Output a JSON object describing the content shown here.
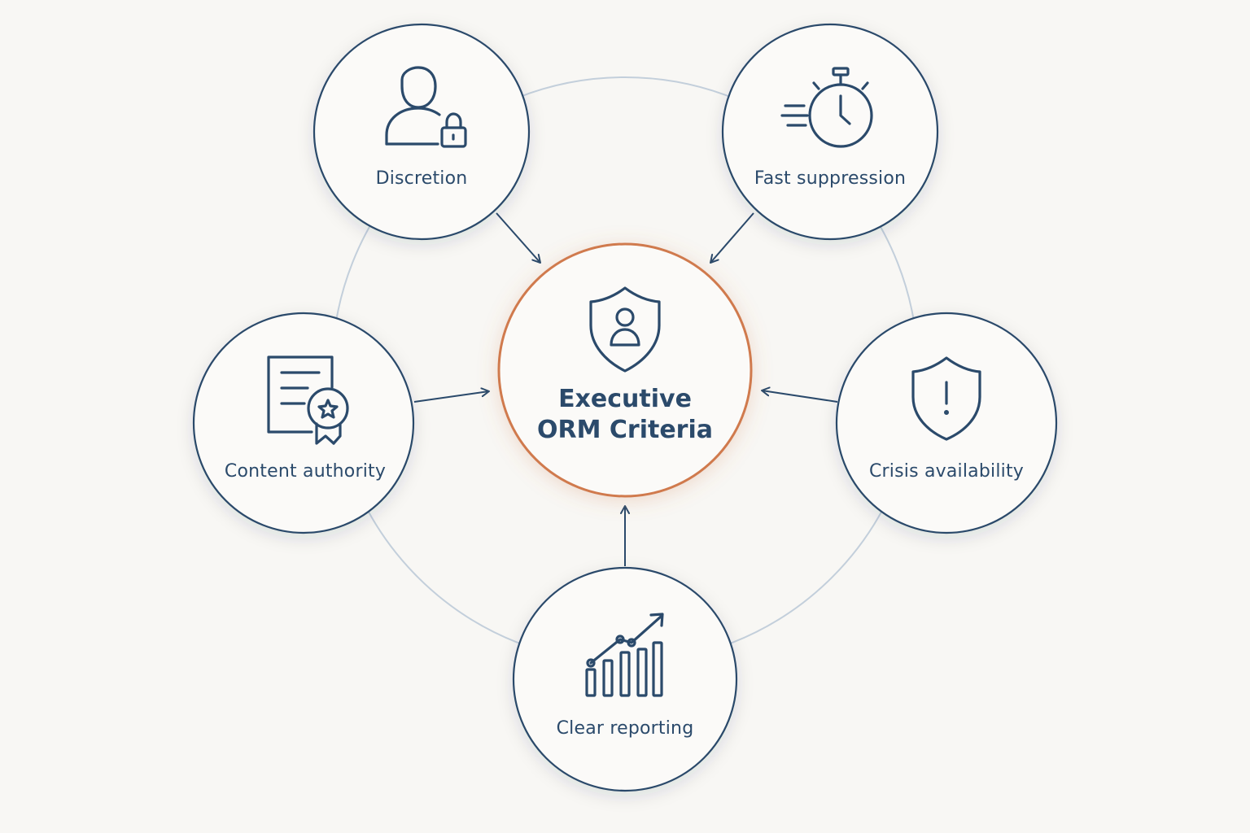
{
  "colors": {
    "background": "#f8f7f4",
    "node_stroke": "#2b4a6b",
    "icon": "#2b4a6b",
    "text": "#2b4a6b",
    "center_stroke": "#d07a4e",
    "ring": "#c3cfdb",
    "arrow": "#2b4a6b"
  },
  "center": {
    "title_line1": "Executive",
    "title_line2": "ORM Criteria",
    "icon": "shield-person-icon"
  },
  "nodes": [
    {
      "id": "discretion",
      "label": "Discretion",
      "icon": "user-lock-icon"
    },
    {
      "id": "fast-suppression",
      "label": "Fast suppression",
      "icon": "stopwatch-icon"
    },
    {
      "id": "content-authority",
      "label": "Content authority",
      "icon": "certificate-icon"
    },
    {
      "id": "crisis-availability",
      "label": "Crisis availability",
      "icon": "shield-alert-icon"
    },
    {
      "id": "clear-reporting",
      "label": "Clear reporting",
      "icon": "growth-chart-icon"
    }
  ]
}
